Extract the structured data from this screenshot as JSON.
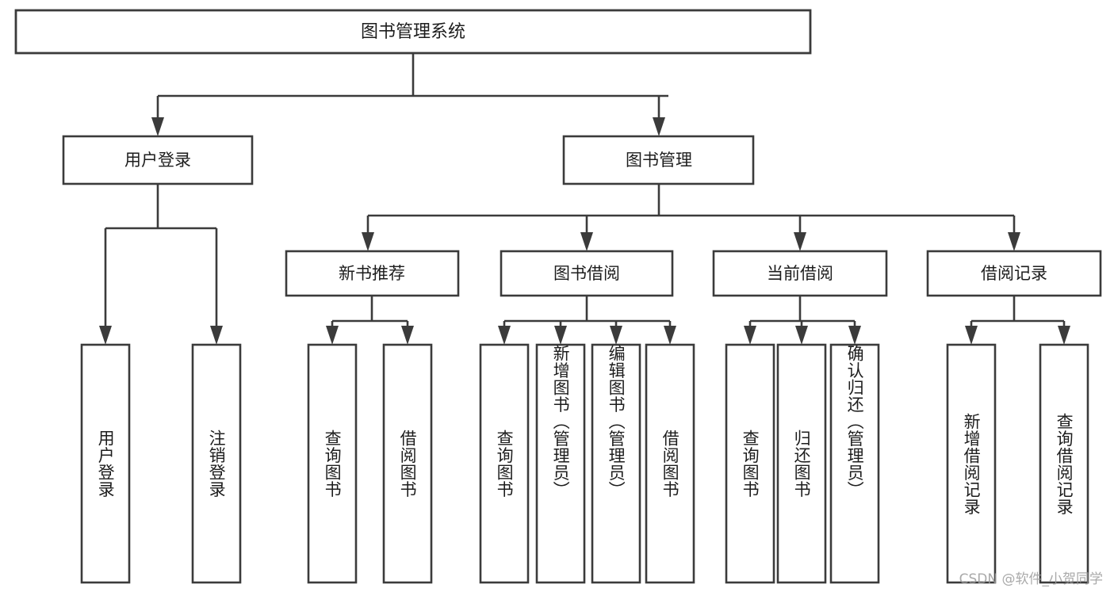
{
  "diagram": {
    "title": "图书管理系统",
    "type": "tree-hierarchy-diagram",
    "colors": {
      "stroke": "#3b3b3b",
      "fill": "#ffffff",
      "text": "#1d1d1d",
      "watermark": "#9b9b9b"
    },
    "root": {
      "label": "图书管理系统"
    },
    "level1": [
      {
        "label": "用户登录"
      },
      {
        "label": "图书管理"
      }
    ],
    "user_login_children": [
      {
        "label": "用户登录"
      },
      {
        "label": "注销登录"
      }
    ],
    "book_manage_children": [
      {
        "label": "新书推荐"
      },
      {
        "label": "图书借阅"
      },
      {
        "label": "当前借阅"
      },
      {
        "label": "借阅记录"
      }
    ],
    "new_book_children": [
      {
        "label": "查询图书"
      },
      {
        "label": "借阅图书"
      }
    ],
    "borrow_book_children": [
      {
        "label": "查询图书"
      },
      {
        "label": "新增图书（管理员）"
      },
      {
        "label": "编辑图书（管理员）"
      },
      {
        "label": "借阅图书"
      }
    ],
    "current_borrow_children": [
      {
        "label": "查询图书"
      },
      {
        "label": "归还图书"
      },
      {
        "label": "确认归还（管理员）"
      }
    ],
    "borrow_record_children": [
      {
        "label": "新增借阅记录"
      },
      {
        "label": "查询借阅记录"
      }
    ],
    "watermark": "CSDN @软件_小贺同学"
  }
}
